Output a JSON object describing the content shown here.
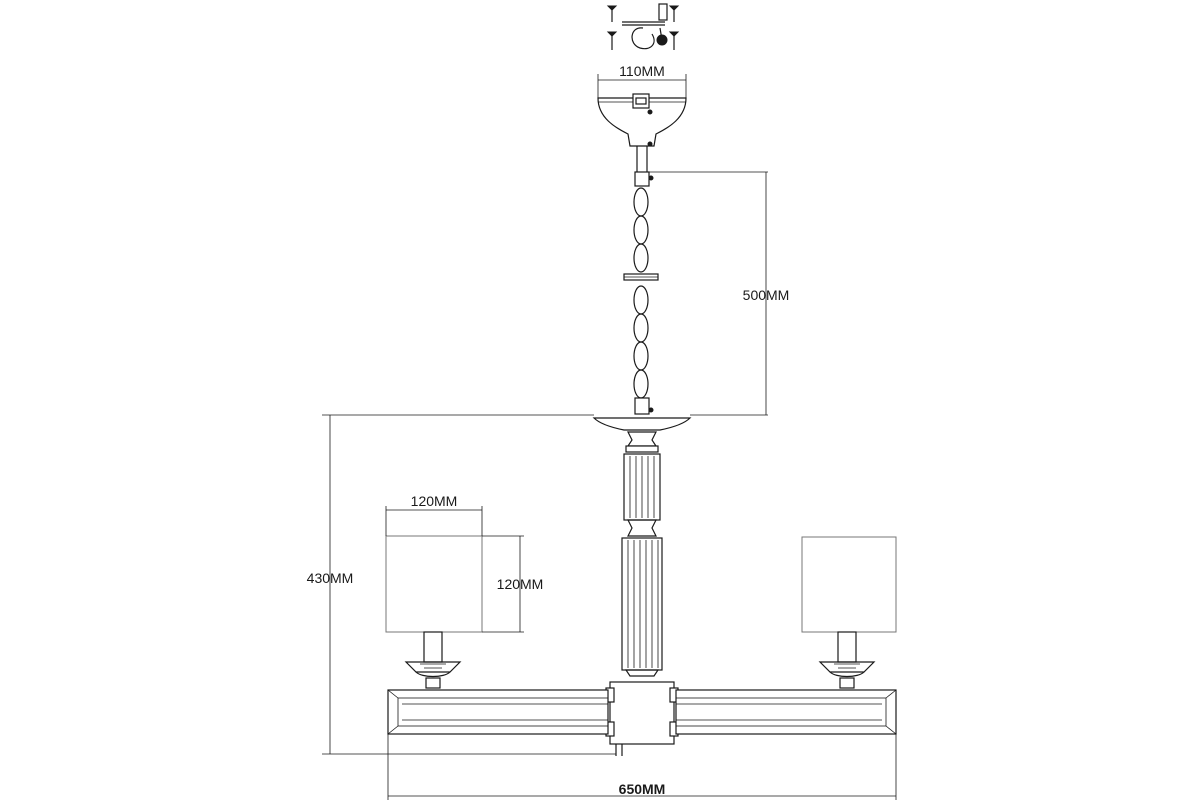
{
  "drawing": {
    "subject": "chandelier",
    "dimensions": {
      "canopy_width": "110MM",
      "chain_length": "500MM",
      "body_height": "430MM",
      "shade_width": "120MM",
      "shade_height": "120MM",
      "overall_width": "650MM"
    }
  }
}
